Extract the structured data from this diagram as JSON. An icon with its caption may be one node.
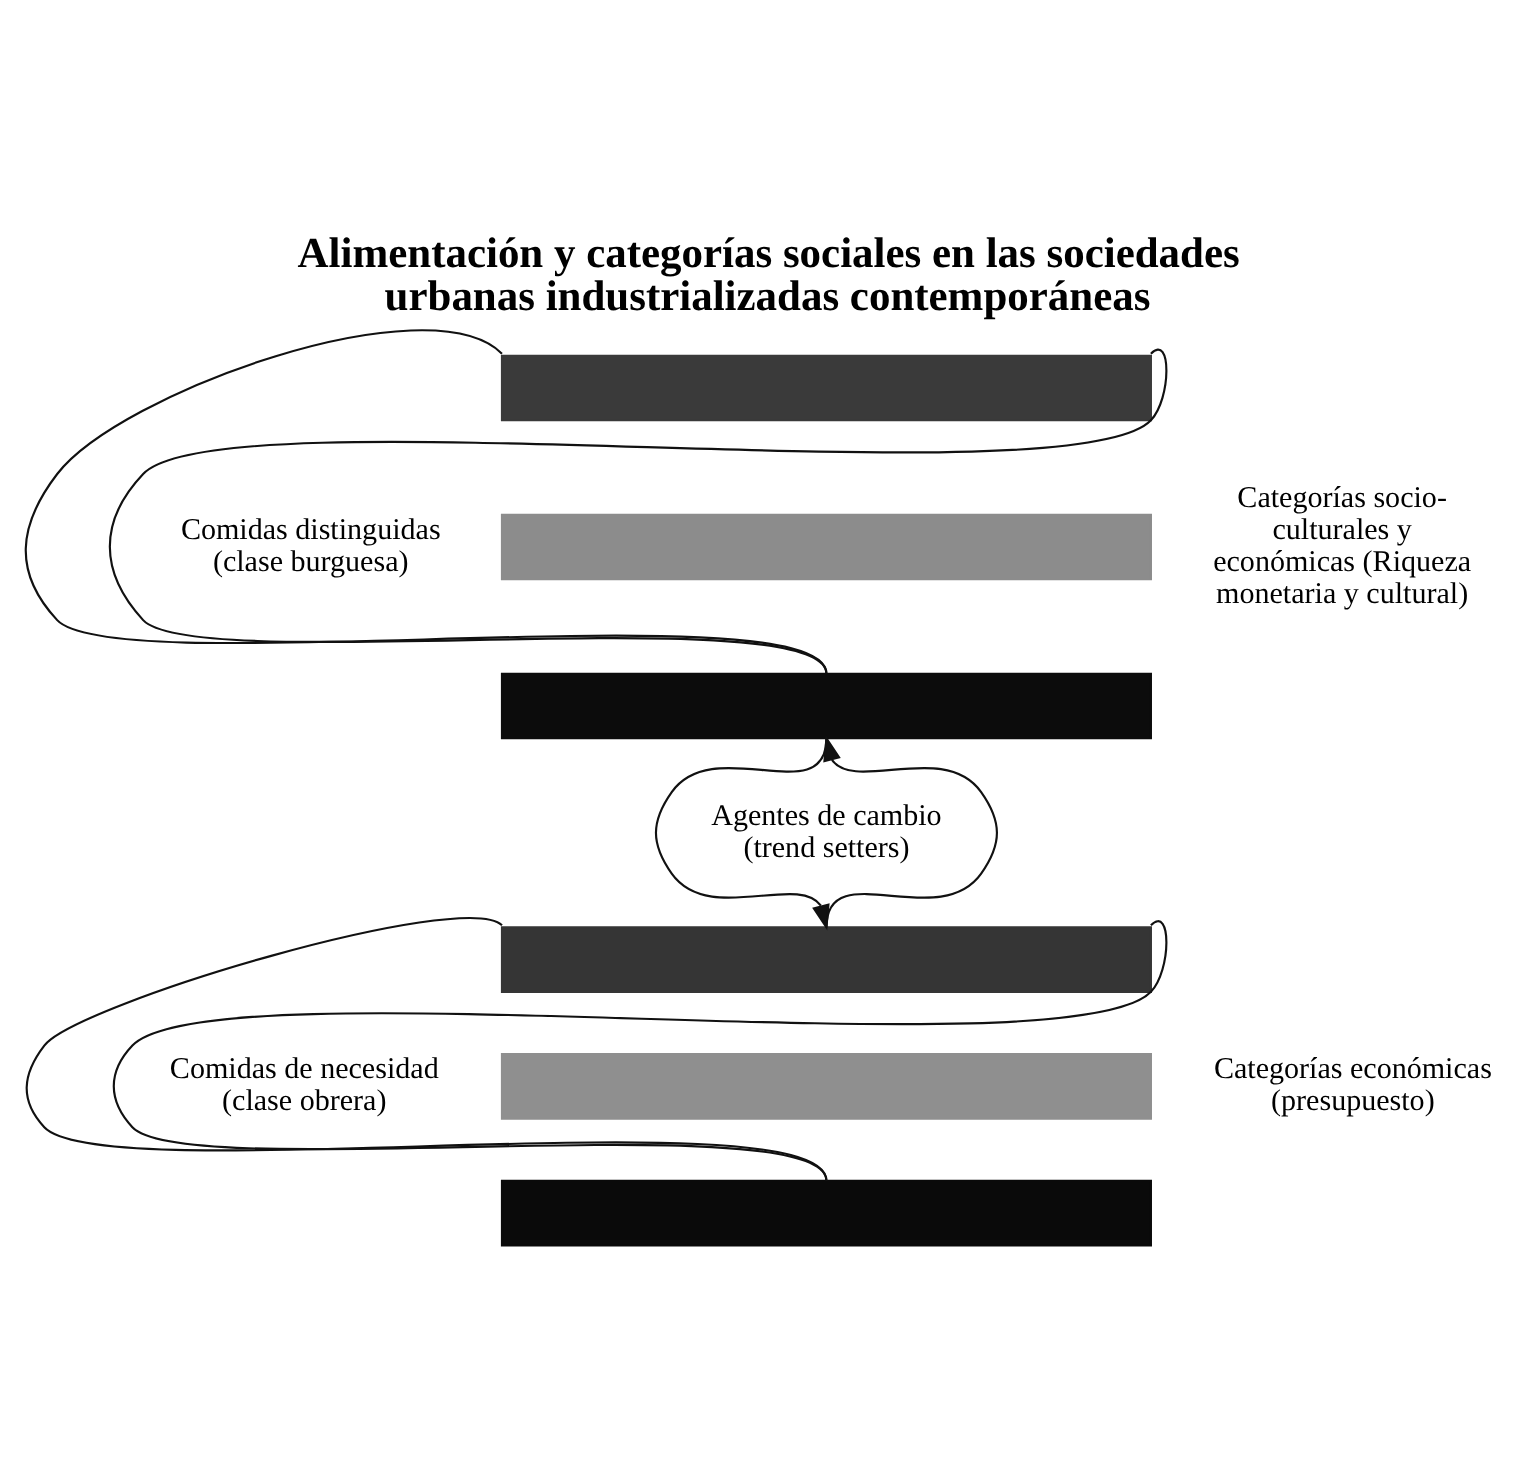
{
  "diagram": {
    "title": "Alimentación y categorías sociales en las sociedades urbanas industrializadas contemporáneas",
    "nodes": [
      {
        "text": [],
        "shape": "bar"
      },
      {
        "text": [],
        "shape": "bar"
      },
      {
        "text": [],
        "shape": "bar"
      },
      {
        "text": [],
        "shape": "bar"
      },
      {
        "text": [],
        "shape": "bar"
      },
      {
        "text": [],
        "shape": "bar"
      }
    ],
    "edges": [
      {
        "from": 0,
        "to": 2,
        "arrow": "none"
      },
      {
        "from": 0,
        "to": 2,
        "arrow": "none"
      },
      {
        "from": 2,
        "to": 3,
        "arrow": "to"
      },
      {
        "from": 3,
        "to": 2,
        "arrow": "to"
      },
      {
        "from": 3,
        "to": 5,
        "arrow": "none"
      },
      {
        "from": 3,
        "to": 5,
        "arrow": "none"
      }
    ],
    "labels": [
      "Comidas distinguidas (clase burguesa)",
      "Categorías socio-culturales y económicas (Riqueza monetaria y cultural)",
      "Agentes de cambio (trend setters)",
      "Comidas de necesidad (clase obrera)",
      "Categorías económicas (presupuesto)"
    ]
  }
}
